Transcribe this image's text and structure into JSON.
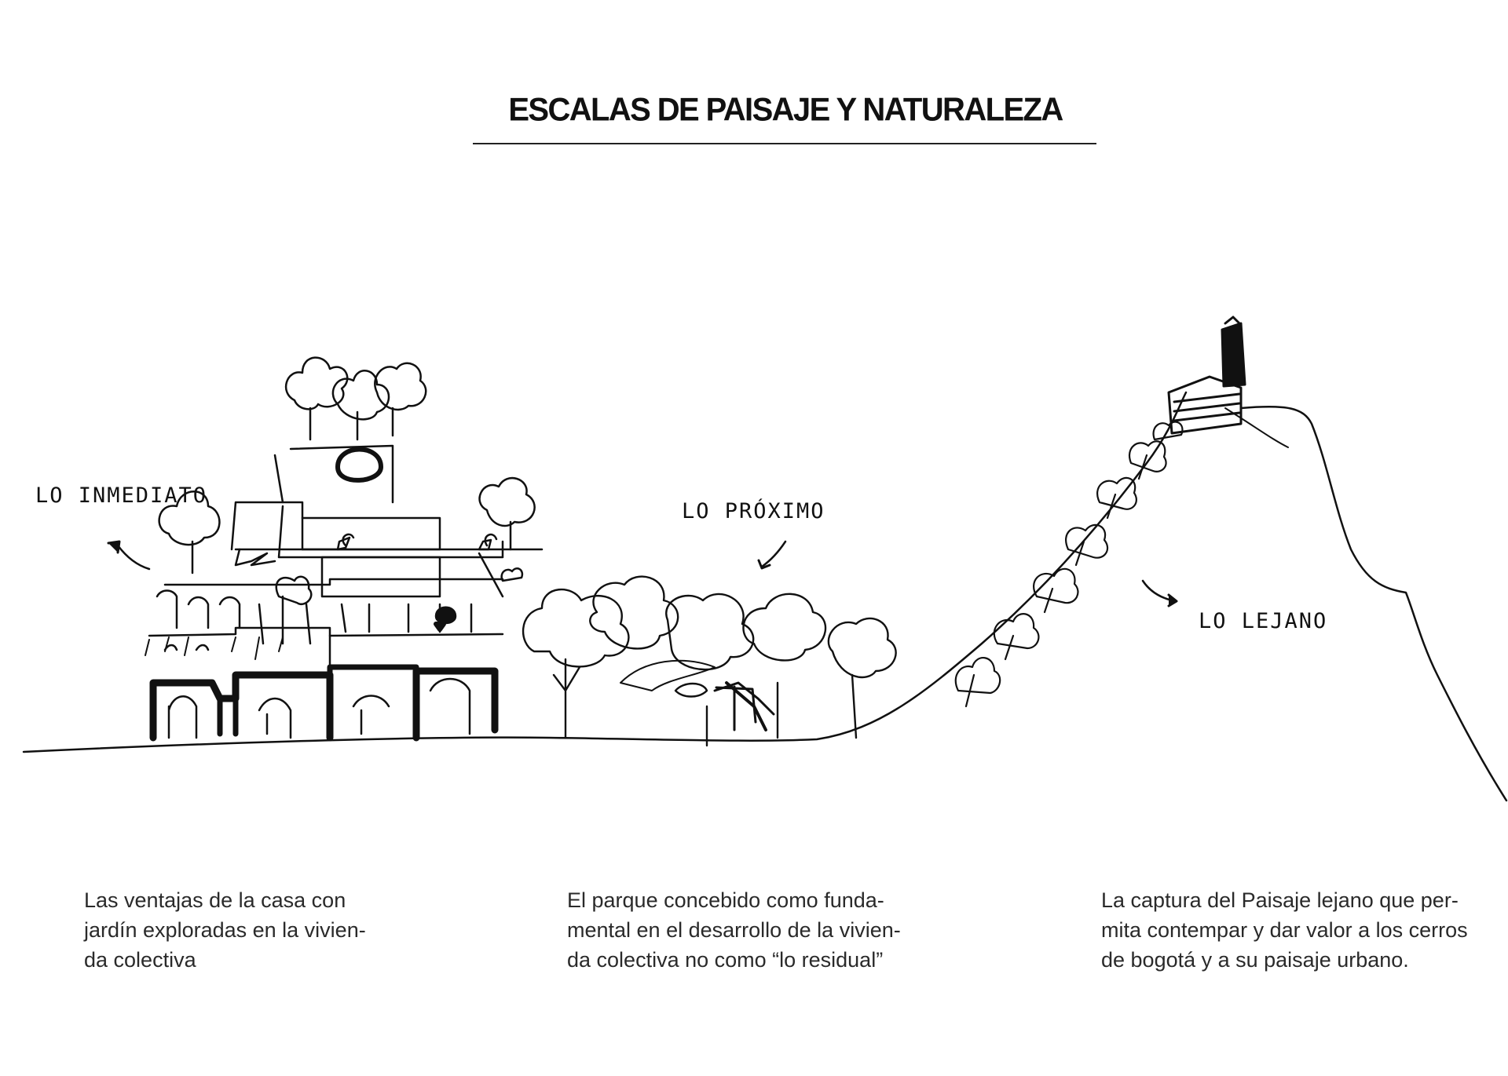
{
  "title": "ESCALAS DE PAISAJE Y NATURALEZA",
  "labels": {
    "inmediato": "LO INMEDIATO",
    "proximo": "LO PRÓXIMO",
    "lejano": "LO LEJANO"
  },
  "captions": [
    {
      "lines": [
        "Las ventajas de la casa con",
        "jardín exploradas en la vivien-",
        "da colectiva"
      ]
    },
    {
      "lines": [
        "El parque  concebido como funda-",
        "mental en el desarrollo de la vivien-",
        "da colectiva no como “lo residual”"
      ]
    },
    {
      "lines": [
        "La captura del Paisaje lejano que per-",
        "mita contempar y dar valor a los cerros",
        "de bogotá y a su paisaje urbano."
      ]
    }
  ]
}
